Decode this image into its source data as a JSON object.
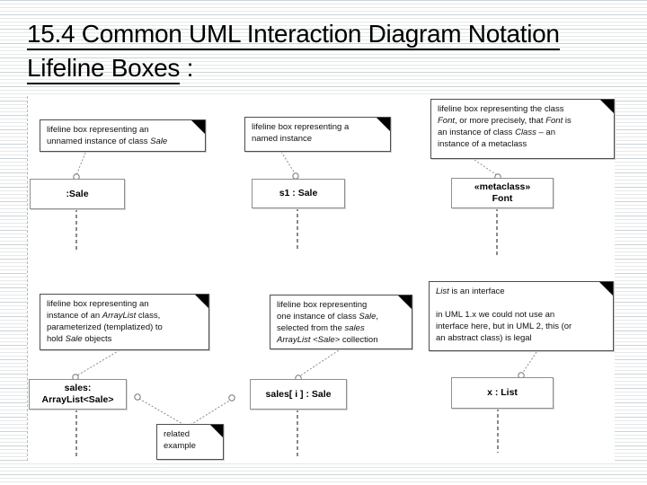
{
  "slide": {
    "title_line1": "15.4 Common UML Interaction Diagram Notation",
    "title_line2": "Lifeline Boxes",
    "title_suffix": " :"
  },
  "colors": {
    "stripe": "#c9ced1",
    "note_border": "#4d4d4d",
    "box_border": "#8f8f8f",
    "fold": "#000000",
    "lifeline": "#4a4a4a",
    "connector": "#8a8a8a"
  },
  "diagram": {
    "notes": [
      {
        "id": "note-unnamed-instance",
        "lines": [
          [
            {
              "t": "lifeline box representing an"
            }
          ],
          [
            {
              "t": "unnamed instance of class "
            },
            {
              "t": "Sale",
              "i": true
            }
          ]
        ]
      },
      {
        "id": "note-named-instance",
        "lines": [
          [
            {
              "t": "lifeline box representing a"
            }
          ],
          [
            {
              "t": "named instance"
            }
          ]
        ]
      },
      {
        "id": "note-metaclass",
        "lines": [
          [
            {
              "t": "lifeline box representing the class"
            }
          ],
          [
            {
              "t": "Font",
              "i": true
            },
            {
              "t": ", or more precisely, that "
            },
            {
              "t": "Font",
              "i": true
            },
            {
              "t": " is"
            }
          ],
          [
            {
              "t": "an instance of class "
            },
            {
              "t": "Class",
              "i": true
            },
            {
              "t": " – an"
            }
          ],
          [
            {
              "t": "instance of a metaclass"
            }
          ]
        ]
      },
      {
        "id": "note-arraylist",
        "lines": [
          [
            {
              "t": "lifeline box representing an"
            }
          ],
          [
            {
              "t": "instance of an "
            },
            {
              "t": "ArrayList",
              "i": true
            },
            {
              "t": " class,"
            }
          ],
          [
            {
              "t": "parameterized (templatized) to"
            }
          ],
          [
            {
              "t": "hold "
            },
            {
              "t": "Sale",
              "i": true
            },
            {
              "t": " objects"
            }
          ]
        ]
      },
      {
        "id": "note-selected-instance",
        "lines": [
          [
            {
              "t": "lifeline box representing"
            }
          ],
          [
            {
              "t": "one instance of class "
            },
            {
              "t": "Sale",
              "i": true
            },
            {
              "t": ","
            }
          ],
          [
            {
              "t": "selected from the "
            },
            {
              "t": "sales",
              "i": true
            }
          ],
          [
            {
              "t": "ArrayList <Sale>",
              "i": true
            },
            {
              "t": " collection"
            }
          ]
        ]
      },
      {
        "id": "note-list-interface",
        "lines": [
          [
            {
              "t": "List",
              "i": true
            },
            {
              "t": " is an interface"
            }
          ],
          [],
          [
            {
              "t": "in UML 1.x we could not use an"
            }
          ],
          [
            {
              "t": "interface here, but in UML 2, this (or"
            }
          ],
          [
            {
              "t": "an abstract class) is legal"
            }
          ]
        ]
      },
      {
        "id": "note-related-example",
        "lines": [
          [
            {
              "t": "related"
            }
          ],
          [
            {
              "t": "example"
            }
          ]
        ]
      }
    ],
    "boxes": [
      {
        "id": "lifeline-box-unnamed-sale",
        "lines": [
          ":Sale"
        ]
      },
      {
        "id": "lifeline-box-named-sale",
        "lines": [
          "s1 : Sale"
        ]
      },
      {
        "id": "lifeline-box-metaclass",
        "lines": [
          "«metaclass»",
          "Font"
        ]
      },
      {
        "id": "lifeline-box-arraylist",
        "lines": [
          "sales:",
          "ArrayList<Sale>"
        ]
      },
      {
        "id": "lifeline-box-sales-i",
        "lines": [
          "sales[ i ] : Sale"
        ]
      },
      {
        "id": "lifeline-box-x-list",
        "lines": [
          "x : List"
        ]
      }
    ]
  }
}
